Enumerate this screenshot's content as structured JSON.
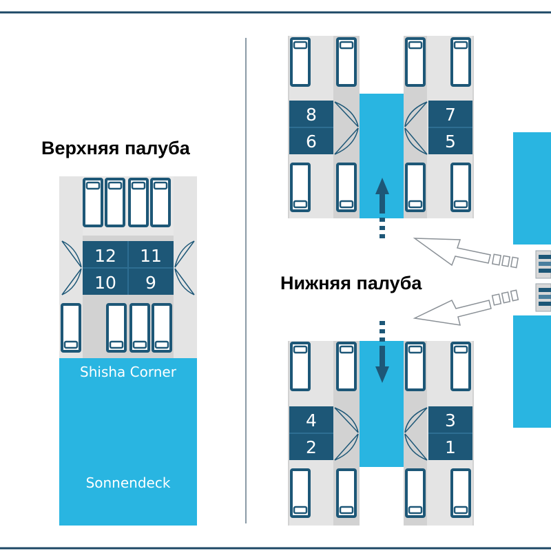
{
  "upper_deck": {
    "title": "Верхняя палуба",
    "cabins": [
      "12",
      "11",
      "10",
      "9"
    ],
    "areas": {
      "shisha": "Shisha Corner",
      "sun": "Sonnendeck"
    }
  },
  "lower_deck": {
    "title": "Нижняя палуба",
    "cabins_top": [
      "8",
      "6",
      "7",
      "5"
    ],
    "cabins_bottom": [
      "4",
      "2",
      "3",
      "1"
    ]
  },
  "colors": {
    "frame": "#1d4866",
    "cabin": "#1d5777",
    "water": "#29b5e1",
    "corridor": "#d2d2d2",
    "corridor_light": "#e4e4e4",
    "bed_outline": "#1d5777",
    "arrow": "#1d5777"
  },
  "icons": [
    "door-icon",
    "bed-icon",
    "arrow-up-icon",
    "arrow-down-icon",
    "entry-arrow-icon",
    "stairs-icon"
  ]
}
